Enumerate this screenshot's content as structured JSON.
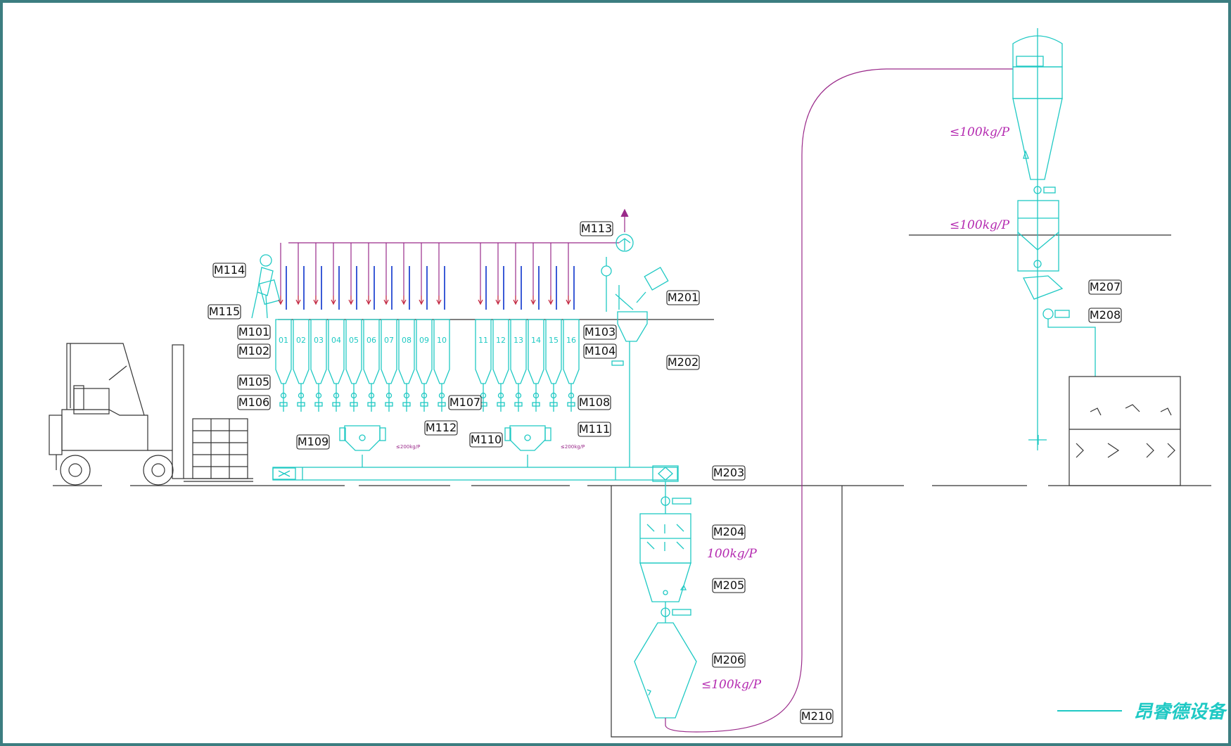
{
  "labels": {
    "m101": "M101",
    "m102": "M102",
    "m103": "M103",
    "m104": "M104",
    "m105": "M105",
    "m106": "M106",
    "m107": "M107",
    "m108": "M108",
    "m109": "M109",
    "m110": "M110",
    "m111": "M111",
    "m112": "M112",
    "m113": "M113",
    "m114": "M114",
    "m115": "M115",
    "m201": "M201",
    "m202": "M202",
    "m203": "M203",
    "m204": "M204",
    "m205": "M205",
    "m206": "M206",
    "m207": "M207",
    "m208": "M208",
    "m210": "M210"
  },
  "bins_left": [
    "01",
    "02",
    "03",
    "04",
    "05",
    "06",
    "07",
    "08",
    "09",
    "10"
  ],
  "bins_right": [
    "11",
    "12",
    "13",
    "14",
    "15",
    "16"
  ],
  "capacities": {
    "cyclone": "≤100kg/P",
    "receiver": "≤100kg/P",
    "m204": "100kg/P",
    "m206": "≤100kg/P"
  },
  "brand": "昂睿德设备",
  "colors": {
    "frame": "#3c7d80",
    "equipment": "#1fc9c4",
    "piping": "#9a2a8a",
    "capacity_text": "#b42ab0",
    "bin_inlet": "#3b5bd6"
  }
}
